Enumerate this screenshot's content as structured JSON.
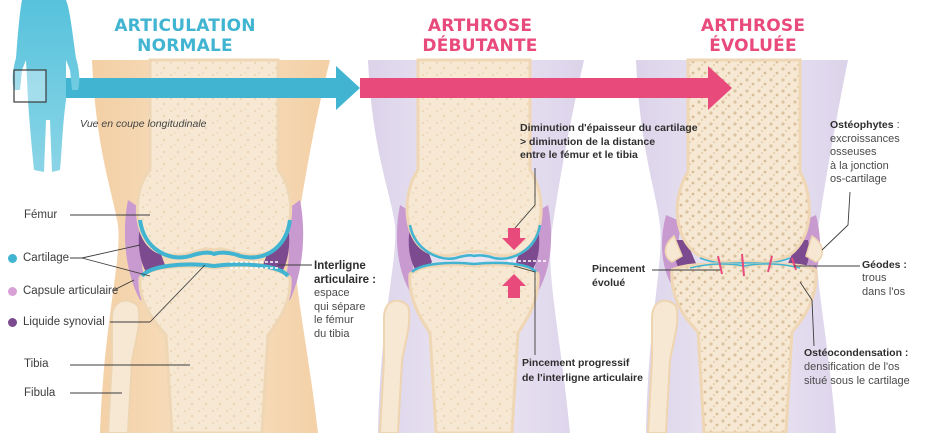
{
  "stages": [
    {
      "title_line1": "ARTICULATION",
      "title_line2": "NORMALE",
      "color": "#40b4d1"
    },
    {
      "title_line1": "ARTHROSE",
      "title_line2": "DÉBUTANTE",
      "color": "#e84a7b"
    },
    {
      "title_line1": "ARTHROSE",
      "title_line2": "ÉVOLUÉE",
      "color": "#e84a7b"
    }
  ],
  "view_label": "Vue en coupe longitudinale",
  "anatomy": {
    "femur": "Fémur",
    "cartilage": "Cartilage",
    "capsule": "Capsule articulaire",
    "liquide": "Liquide synovial",
    "tibia": "Tibia",
    "fibula": "Fibula"
  },
  "legend_colors": {
    "cartilage": "#40b4d1",
    "capsule": "#d9a0d6",
    "liquide": "#7b4a8f"
  },
  "interligne": {
    "title_line1": "Interligne",
    "title_line2": "articulaire :",
    "desc": [
      "espace",
      "qui sépare",
      "le fémur",
      "du tibia"
    ]
  },
  "diminution": {
    "lines": [
      "Diminution d'épaisseur du cartilage",
      "> diminution de la distance",
      "entre le fémur et le tibia"
    ]
  },
  "pincement_progressif": {
    "lines": [
      "Pincement progressif",
      "de l'interligne articulaire"
    ]
  },
  "pincement_evolue": {
    "lines": [
      "Pincement",
      "évolué"
    ]
  },
  "osteophytes": {
    "title": "Ostéophytes",
    "suffix": " :",
    "desc": [
      "excroissances",
      "osseuses",
      "à la jonction",
      "os-cartilage"
    ]
  },
  "geodes": {
    "title": "Géodes :",
    "desc": [
      "trous",
      "dans l'os"
    ]
  },
  "osteocondensation": {
    "title": "Ostéocondensation :",
    "desc": [
      "densification de l'os",
      "situé sous le cartilage"
    ]
  }
}
